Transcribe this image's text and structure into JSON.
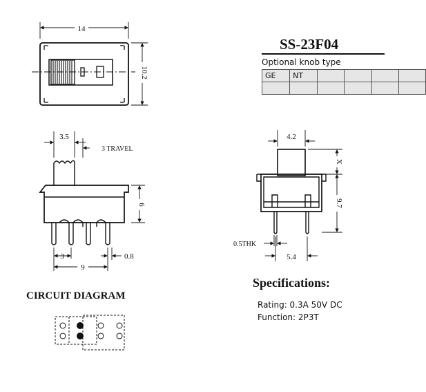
{
  "model": "SS-23F04",
  "knob_label": "Optional knob type",
  "knob_table": {
    "row1": [
      "GE",
      "NT",
      "",
      "",
      "",
      ""
    ],
    "row2": [
      "",
      "",
      "",
      "",
      "",
      ""
    ]
  },
  "top_view": {
    "width_dim": "14",
    "height_dim": "10.2"
  },
  "side_view": {
    "knob_dim": "3.5",
    "travel_label": "3 TRAVEL",
    "height_dim": "6",
    "pin_pitch_dim": "3",
    "pin_span_dim": "9",
    "pin_thickness_dim": "0.8"
  },
  "end_view": {
    "knob_width_dim": "4.2",
    "knob_height_dim": "X",
    "total_height_dim": "9.7",
    "pin_dim": "0.5THK",
    "pin_spacing_dim": "5.4"
  },
  "specs": {
    "title": "Specifications:",
    "rating": "Rating: 0.3A 50V DC",
    "function": "Function: 2P3T"
  },
  "circuit_title": "CIRCUIT DIAGRAM"
}
